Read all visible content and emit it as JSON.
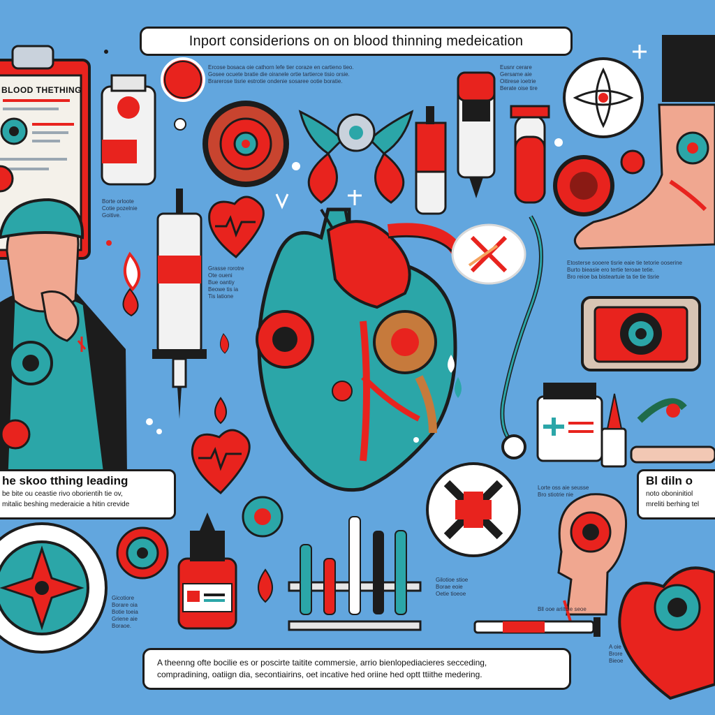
{
  "title": "Inport considerions on on blood thinning medeication",
  "clipboard": {
    "heading": "BLOOD THETHING"
  },
  "left_label": {
    "title": "he skoo tthing leading",
    "lines": [
      "be bite ou ceastie rivo oborientih tie ov,",
      "mitalic beshing mederaicie a hitin crevide"
    ]
  },
  "right_label": {
    "title": "Bl diln o",
    "lines": [
      "noto oboninitiol",
      "mreliti berhing tel"
    ]
  },
  "footer": {
    "lines": [
      "A theenng ofte bocilie es or poscirte taitite commersie, arrio bienlopediacieres secceding,",
      "compradining, oatiign dia, secontiairins, oet incative hed oriine hed optt ttiithe medering."
    ]
  },
  "blurbs": {
    "top": [
      "Ercose bosaca oie cathorn lefe tier coraze en cartieno tieo.",
      "Gosee ocuete bratie die oiranele ortie tartierce tisio orsie.",
      "Brarerose tisrie estrotie ondenie sosaree ootie boratie."
    ],
    "top_right": [
      "Eusnr cerare",
      "Gersame aie",
      "Oitirese ioetrie",
      "Berate oise tire"
    ],
    "left_one": [
      "Borte orloote",
      "Cotie pozelnie",
      "Goitive."
    ],
    "left_two": [
      "Grasse rorotre",
      "Ote oueni",
      "Bue oantiy",
      "Beowe tis ia",
      "Tis latione"
    ],
    "right_one": [
      "Etosterse sooere tisrie eaie tie tetorie ooserine",
      "Burto bieasie ero tertie teroae tetie.",
      "Bro reioe ba bisteartuie ta tie tie tisrie"
    ],
    "middle": [
      "Lorte oss aie seusse",
      "Bro stiotrie nie"
    ],
    "bottom_left": [
      "Gicotiore",
      "Borare oia",
      "Botie toeia",
      "Griene aie",
      "Boraoe."
    ],
    "bottom_mid": [
      "Gilotioe stioe",
      "Borae eoie",
      "Oetie tioeoe"
    ],
    "bottom_right": [
      "Bll ooe ariitoie seoe"
    ],
    "bottom_right_small": [
      "A oie",
      "Brore",
      "Bieoe"
    ]
  },
  "colors": {
    "background": "#62a6de",
    "red": "#e8231e",
    "teal": "#2ba6a8",
    "dark": "#1c1c1c",
    "cream": "#f3efe6"
  }
}
